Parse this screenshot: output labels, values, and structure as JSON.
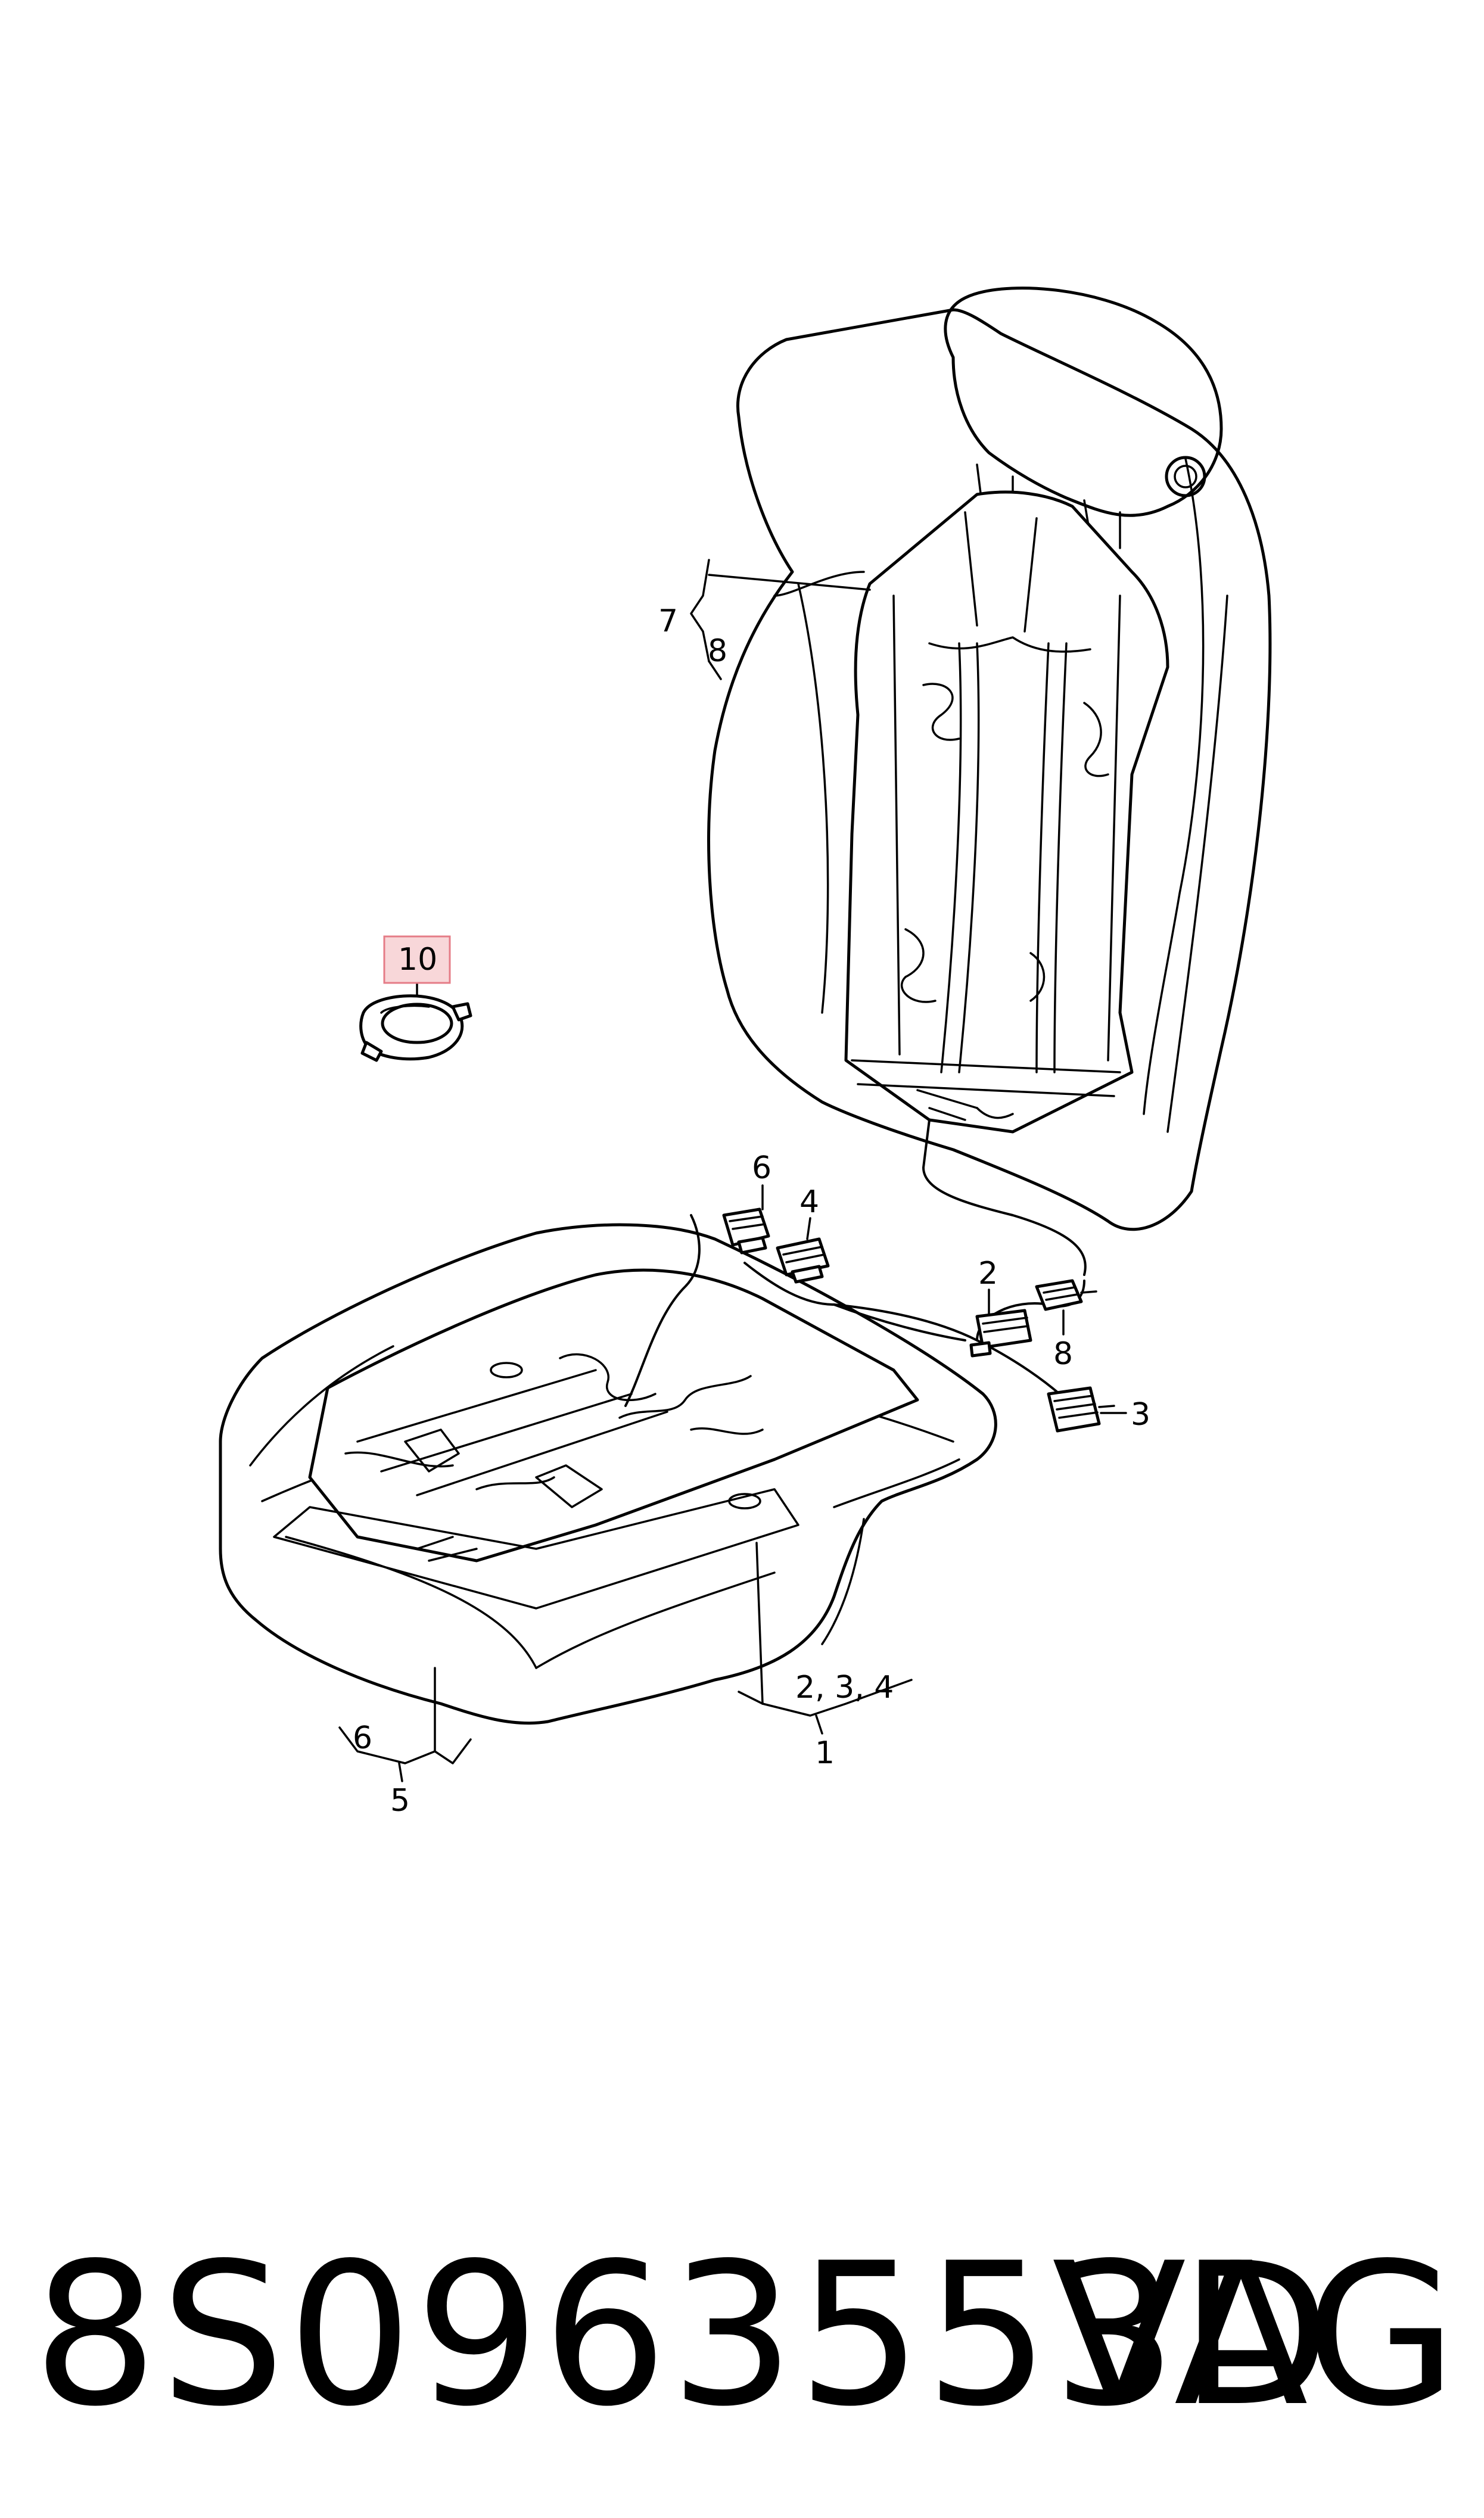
{
  "diagram": {
    "callouts": {
      "c7": "7",
      "c8_back": "8",
      "c10": "10",
      "c6_top": "6",
      "c4_top": "4",
      "c2": "2",
      "c8_connector": "8",
      "c3": "3",
      "c234": "2, 3, 4",
      "c1": "1",
      "c6_bottom": "6",
      "c5": "5"
    },
    "highlight_color": "#f8d7d9",
    "highlight_border": "#e57c87"
  },
  "footer": {
    "part_number": "8S0963553D",
    "brand": "VAG"
  }
}
